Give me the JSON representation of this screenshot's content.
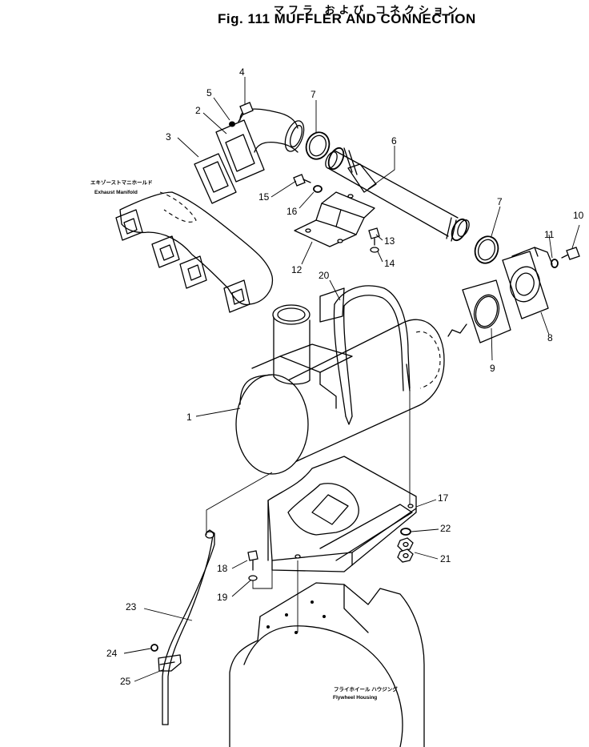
{
  "title": {
    "japanese": "マフラ および コネクション",
    "english": "Fig. 111 MUFFLER AND CONNECTION"
  },
  "labels": {
    "exhaust_manifold_jp": "エキゾーストマニホールド",
    "exhaust_manifold_en": "Exhaust Manifold",
    "flywheel_housing_jp": "フライホイール ハウジング",
    "flywheel_housing_en": "Flywheel Housing"
  },
  "callouts": {
    "p1": "1",
    "p2": "2",
    "p3": "3",
    "p4": "4",
    "p5": "5",
    "p6": "6",
    "p7a": "7",
    "p7b": "7",
    "p8": "8",
    "p9": "9",
    "p10": "10",
    "p11": "11",
    "p12": "12",
    "p13": "13",
    "p14": "14",
    "p15": "15",
    "p16": "16",
    "p17": "17",
    "p18": "18",
    "p19": "19",
    "p20": "20",
    "p21": "21",
    "p22": "22",
    "p23": "23",
    "p24": "24",
    "p25": "25"
  }
}
